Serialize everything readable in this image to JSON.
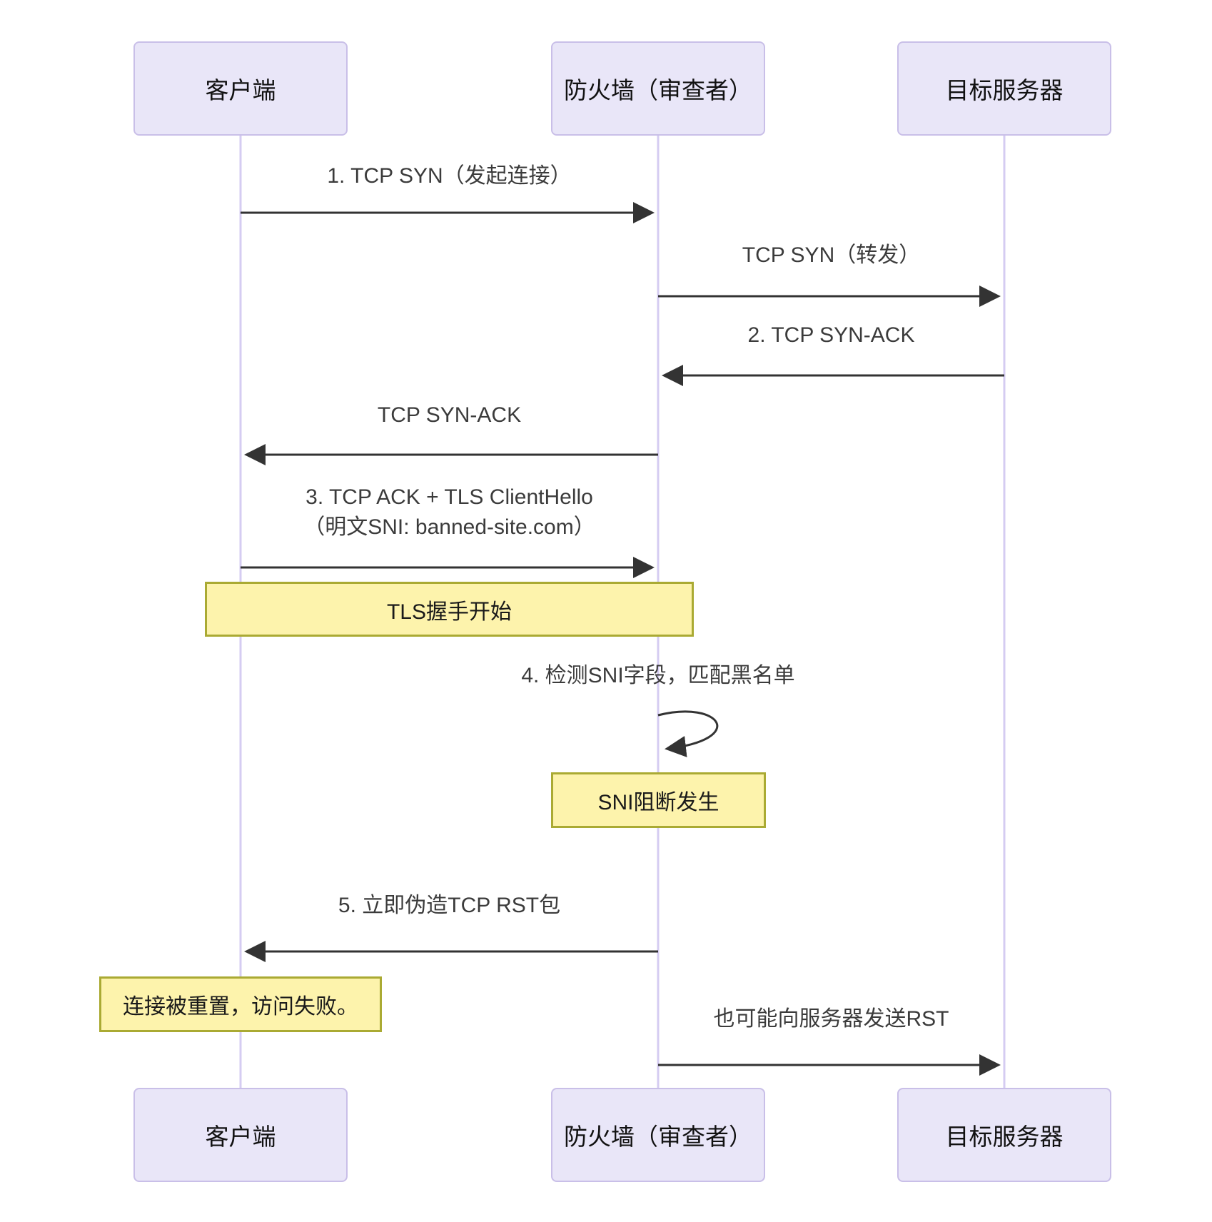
{
  "colors": {
    "bg": "#ffffff",
    "actor-fill": "#e9e6f8",
    "actor-border": "#c9bfe8",
    "lifeline": "#d5ccf2",
    "arrow": "#333333",
    "msg-text": "#3b3b3b",
    "note-fill": "#fdf3ac",
    "note-border": "#aaaa33",
    "note-text": "#1a1a1a"
  },
  "diagram": {
    "type": "sequence",
    "actors": [
      {
        "id": "client",
        "label": "客户端"
      },
      {
        "id": "firewall",
        "label": "防火墙（审查者）"
      },
      {
        "id": "server",
        "label": "目标服务器"
      }
    ],
    "messages": [
      {
        "from": "client",
        "to": "firewall",
        "label": "1. TCP SYN（发起连接）"
      },
      {
        "from": "firewall",
        "to": "server",
        "label": "TCP SYN（转发）"
      },
      {
        "from": "server",
        "to": "firewall",
        "label": "2. TCP SYN-ACK"
      },
      {
        "from": "firewall",
        "to": "client",
        "label": "TCP SYN-ACK"
      },
      {
        "from": "client",
        "to": "firewall",
        "label": "3. TCP ACK + TLS ClientHello",
        "label2": "（明文SNI: banned-site.com）"
      },
      {
        "from": "firewall",
        "to": "firewall",
        "label": "4. 检测SNI字段，匹配黑名单"
      },
      {
        "from": "firewall",
        "to": "client",
        "label": "5. 立即伪造TCP RST包"
      },
      {
        "from": "firewall",
        "to": "server",
        "label": "也可能向服务器发送RST"
      }
    ],
    "notes": [
      {
        "over": "client,firewall",
        "label": "TLS握手开始"
      },
      {
        "over": "firewall",
        "label": "SNI阻断发生"
      },
      {
        "over": "client",
        "label": "连接被重置，访问失败。"
      }
    ]
  }
}
